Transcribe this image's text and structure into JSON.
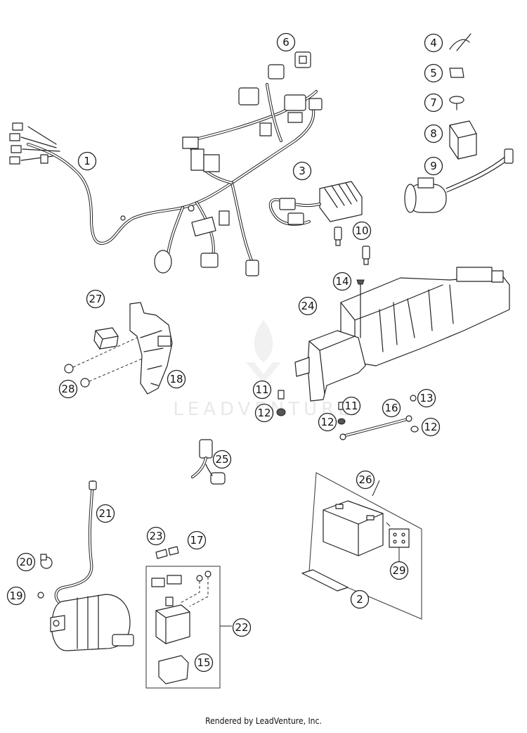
{
  "watermark": "LEADVENTURE",
  "footer": "Rendered by LeadVenture, Inc.",
  "callouts": [
    "1",
    "2",
    "3",
    "4",
    "5",
    "6",
    "7",
    "8",
    "9",
    "10",
    "11",
    "12",
    "13",
    "14",
    "15",
    "16",
    "17",
    "18",
    "19",
    "20",
    "21",
    "22",
    "23",
    "24",
    "25",
    "26",
    "27",
    "28",
    "29",
    "11",
    "12",
    "12"
  ],
  "colors": {
    "line": "#222222",
    "watermark": "#d6d6d6",
    "background": "#ffffff"
  }
}
